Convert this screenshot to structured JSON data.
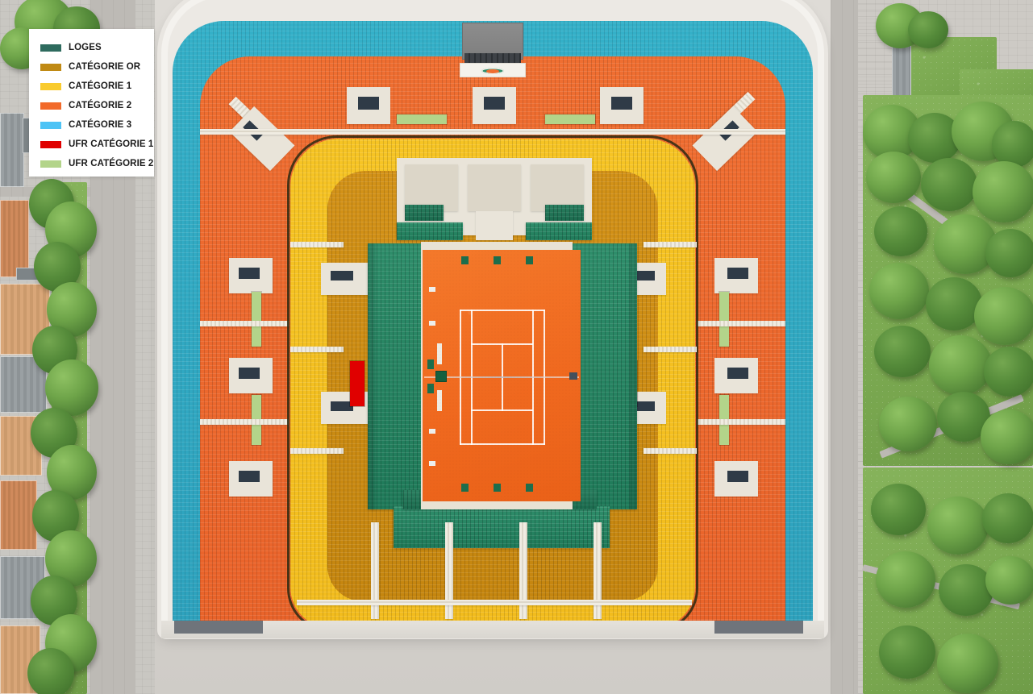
{
  "legend": {
    "title": "Legend",
    "items": [
      {
        "label": "LOGES",
        "color": "#2e6b5e"
      },
      {
        "label": "CATÉGORIE OR",
        "color": "#c08a14"
      },
      {
        "label": "CATÉGORIE 1",
        "color": "#f9cb2e"
      },
      {
        "label": "CATÉGORIE 2",
        "color": "#f26a2a"
      },
      {
        "label": "CATÉGORIE 3",
        "color": "#4ec3f5"
      },
      {
        "label": "UFR CATÉGORIE 1",
        "color": "#e00000"
      },
      {
        "label": "UFR CATÉGORIE 2",
        "color": "#b3d48a"
      }
    ]
  },
  "venue": {
    "surface": "clay",
    "view": "aerial-seating-map",
    "court_color": "#f0691f",
    "line_color": "#ffffff",
    "zones": [
      {
        "name": "CATÉGORIE 3",
        "position": "outer-ring",
        "color": "#2ea2bd"
      },
      {
        "name": "CATÉGORIE 2",
        "position": "upper-ring",
        "color": "#e9632a"
      },
      {
        "name": "CATÉGORIE 1",
        "position": "middle-ring",
        "color": "#f2bc1d"
      },
      {
        "name": "CATÉGORIE OR",
        "position": "lower-ring",
        "color": "#c5860f"
      },
      {
        "name": "LOGES",
        "position": "courtside",
        "color": "#1f7a59"
      },
      {
        "name": "UFR CATÉGORIE 1",
        "position": "gold-ring-east",
        "color": "#e00000"
      },
      {
        "name": "UFR CATÉGORIE 2",
        "position": "orange-ring-west",
        "color": "#b3d48a"
      }
    ],
    "scoreboard": {
      "label": "scoreboard",
      "logo": "tournament-logo"
    }
  },
  "surroundings": {
    "left": {
      "label": "city-block",
      "features": [
        "buildings",
        "street-trees",
        "road",
        "pavement"
      ]
    },
    "right": {
      "label": "park",
      "features": [
        "lawn",
        "trees",
        "footpath",
        "pavilion"
      ]
    },
    "bottom": {
      "label": "esplanade",
      "features": [
        "paving"
      ]
    }
  }
}
